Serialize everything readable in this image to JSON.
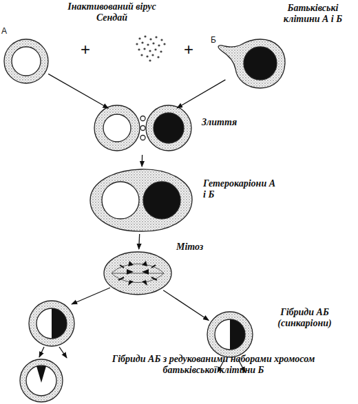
{
  "diagram": {
    "nodes": [
      {
        "text": [
          "А"
        ]
      },
      {
        "text": [
          "Інактивований вірус Сендай"
        ]
      },
      {
        "text": [
          "Б"
        ]
      },
      {
        "text": [
          "Злиття"
        ]
      },
      {
        "text": [
          "Гетерокаріони А і Б"
        ]
      },
      {
        "text": [
          "Мітоз"
        ]
      },
      {
        "text": [
          "Гібриди АБ (синкаріони)"
        ]
      },
      {
        "text": [
          "Гібриди АБ з редукованими наборами хромосом батьківської клітини Б"
        ]
      }
    ],
    "edges": [
      {
        "from": 0,
        "to": 3,
        "arrow": "to"
      },
      {
        "from": 2,
        "to": 3,
        "arrow": "to"
      },
      {
        "from": 3,
        "to": 4,
        "arrow": "to"
      },
      {
        "from": 4,
        "to": 5,
        "arrow": "to"
      },
      {
        "from": 5,
        "to": 6,
        "arrow": "to"
      }
    ],
    "labels": [
      "+",
      "+",
      "Батьківські клітини А і Б"
    ]
  }
}
